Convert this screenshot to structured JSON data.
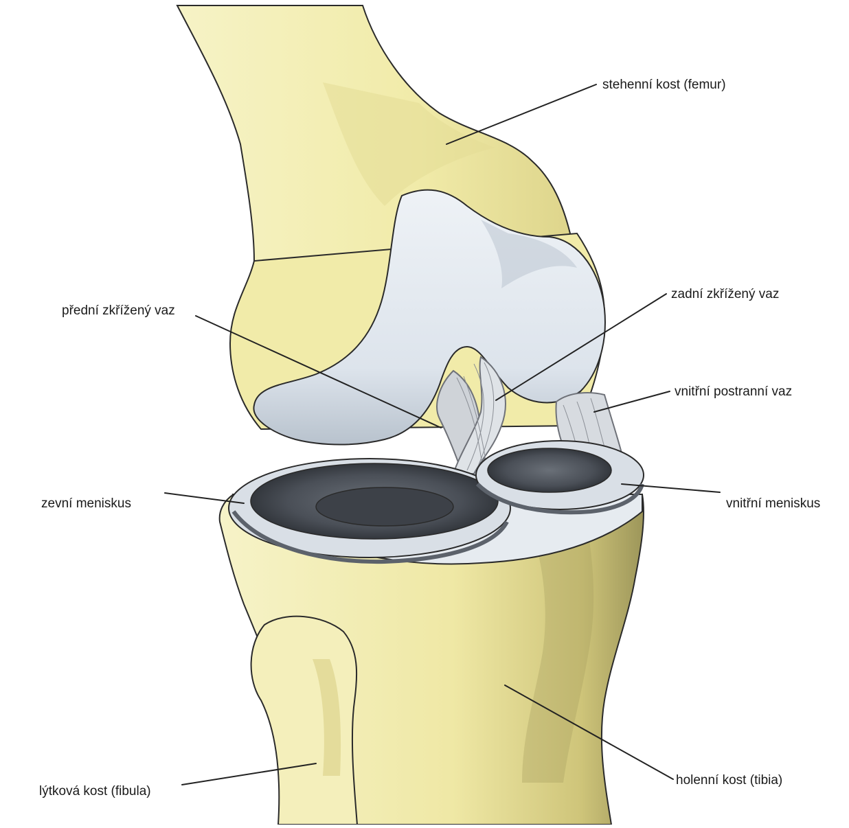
{
  "labels": {
    "femur": "stehenní kost (femur)",
    "pcl": "zadní zkřížený vaz",
    "acl": "přední zkřížený vaz",
    "mcl": "vnitřní postranní vaz",
    "lateral_meniscus": "zevní meniskus",
    "medial_meniscus": "vnitřní meniskus",
    "fibula": "lýtková kost (fibula)",
    "tibia": "holenní kost (tibia)"
  },
  "colors": {
    "bone": "#f3efb6",
    "bone_shade": "#d9d184",
    "bone_dark": "#8f8a4e",
    "cartilage": "#dfe6ee",
    "cartilage_shade": "#a9b3bf",
    "meniscus_dark": "#4f545c",
    "outline": "#2a2a2a",
    "leader": "#222222"
  }
}
